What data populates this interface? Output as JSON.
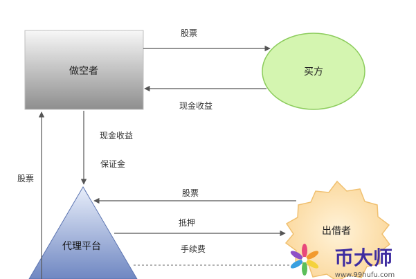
{
  "nodes": {
    "short_seller": "做空者",
    "buyer": "买方",
    "agent_platform": "代理平台",
    "lender": "出借者"
  },
  "edges": {
    "seller_to_buyer": "股票",
    "buyer_to_seller": "现金收益",
    "seller_to_platform_line1": "现金收益",
    "seller_to_platform_line2": "保证金",
    "platform_to_seller": "股票",
    "lender_to_platform": "股票",
    "platform_to_lender_collateral": "抵押",
    "platform_to_lender_fee": "手续费"
  },
  "watermark": {
    "brand": "币大师",
    "url": "www.99hufu.com"
  },
  "colors": {
    "short_seller_top": "#f7f7f7",
    "short_seller_bottom": "#8e8e8e",
    "buyer_fill": "#d4f5b0",
    "buyer_stroke": "#8ccc5c",
    "platform_top": "#e8eefa",
    "platform_bottom": "#6f87c2",
    "lender_fill": "#fde2b3",
    "lender_stroke": "#f0c070",
    "arrow": "#555555",
    "brand_text": "#3e2ca0"
  }
}
